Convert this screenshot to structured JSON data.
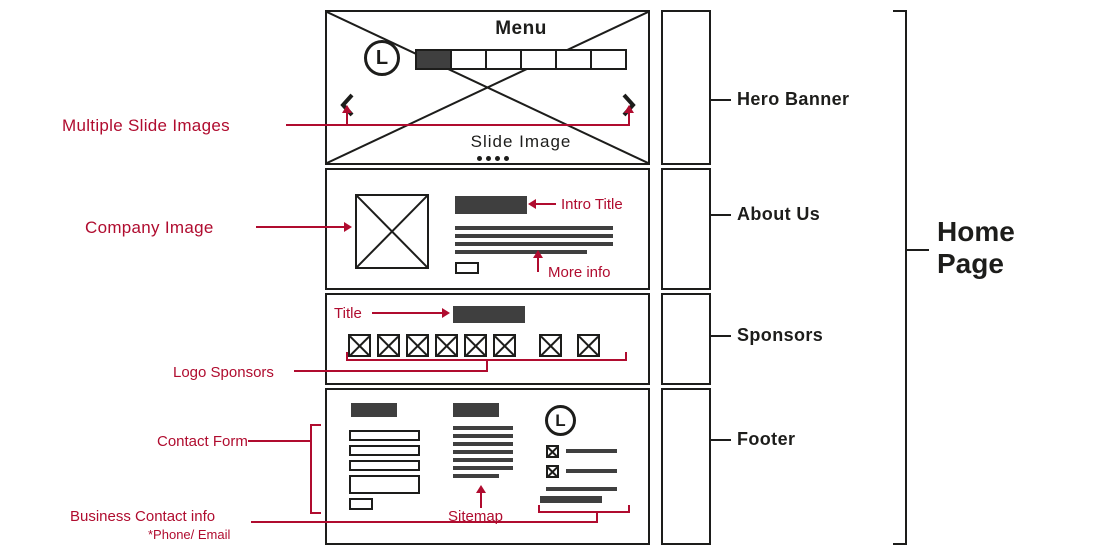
{
  "colors": {
    "ink": "#1d1d1b",
    "block": "#3f3f3f",
    "accent": "#b00c2f"
  },
  "page_title": "Home Page",
  "wireframe": {
    "hero": {
      "menu_label": "Menu",
      "logo_letter": "L",
      "slide_label": "Slide Image"
    },
    "footer": {
      "logo_letter": "L"
    }
  },
  "sections": [
    {
      "label": "Hero Banner"
    },
    {
      "label": "About Us"
    },
    {
      "label": "Sponsors"
    },
    {
      "label": "Footer"
    }
  ],
  "annotations": {
    "multiple_slides": "Multiple Slide Images",
    "company_image": "Company Image",
    "intro_title": "Intro Title",
    "more_info": "More info",
    "sponsors_title": "Title",
    "logo_sponsors": "Logo Sponsors",
    "contact_form": "Contact Form",
    "business_contact": "Business Contact info",
    "phone_email": "*Phone/ Email",
    "sitemap": "Sitemap"
  }
}
